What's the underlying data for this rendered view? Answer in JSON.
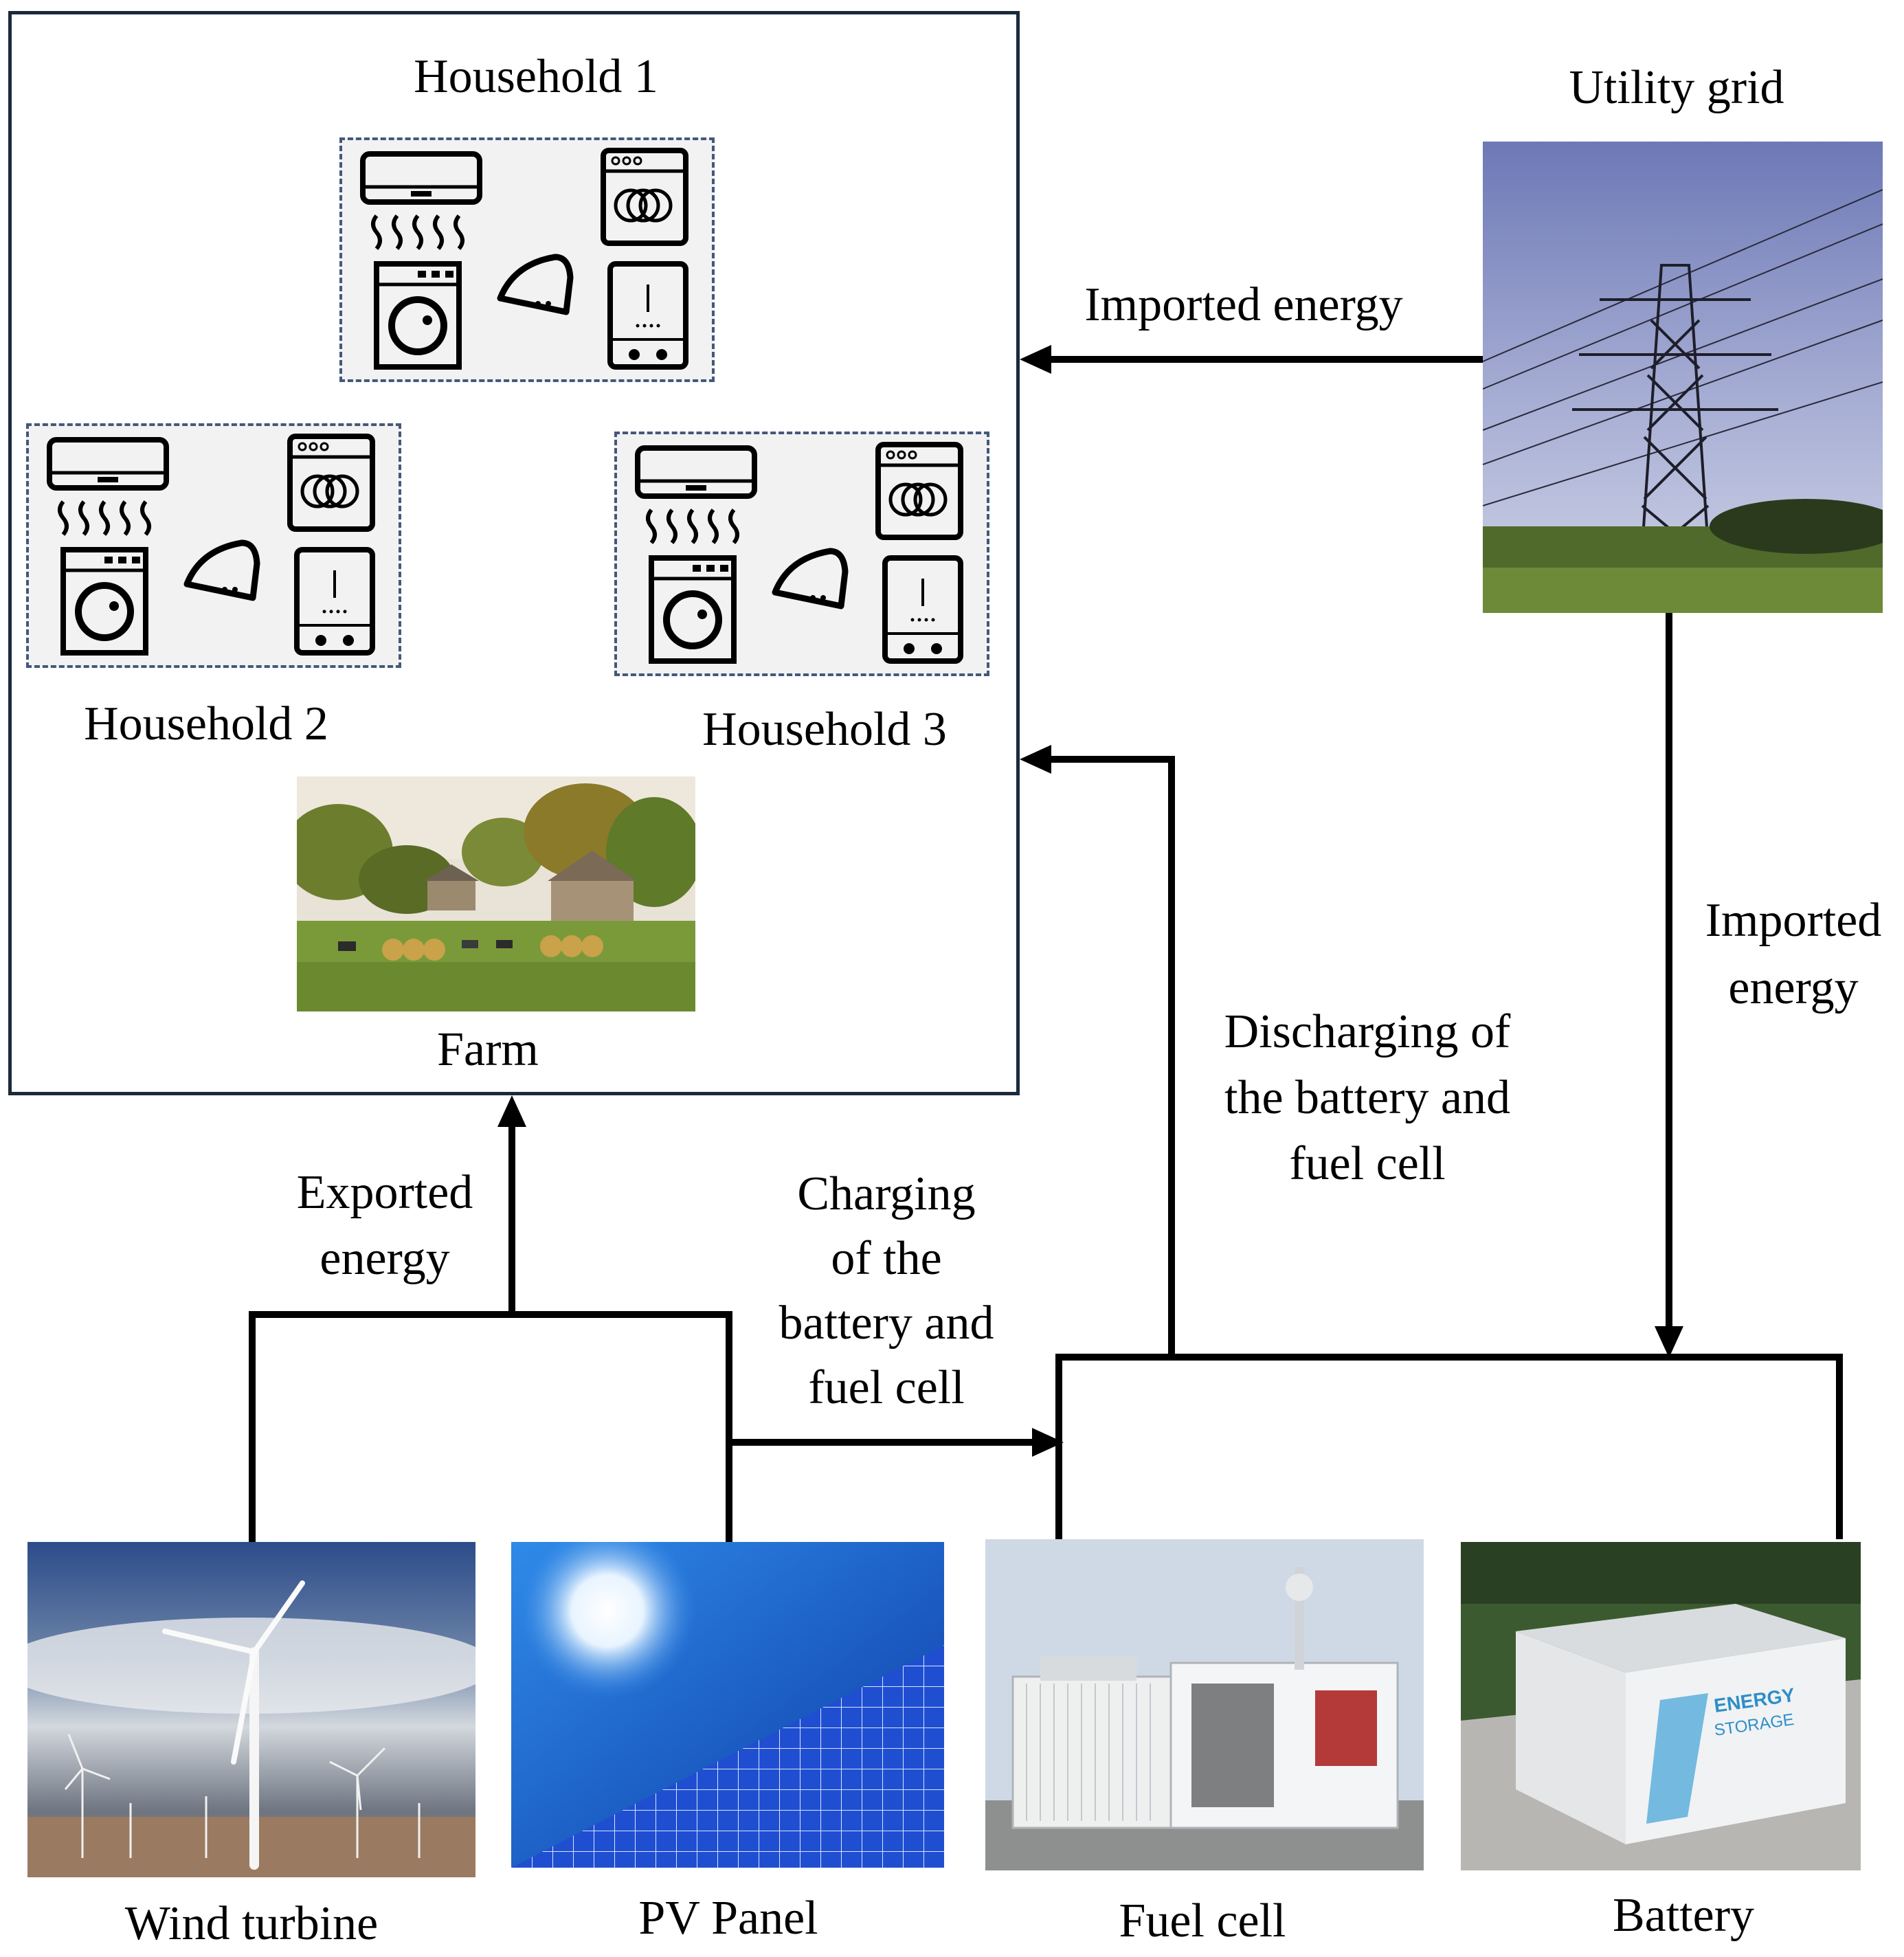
{
  "community": {
    "household_1": "Household 1",
    "household_2": "Household 2",
    "household_3": "Household 3",
    "farm": "Farm"
  },
  "sources": {
    "utility_grid": "Utility grid",
    "wind_turbine": "Wind turbine",
    "pv_panel": "PV Panel",
    "fuel_cell": "Fuel cell",
    "battery": "Battery"
  },
  "flows": {
    "imported_top": "Imported energy",
    "imported_right_1": "Imported",
    "imported_right_2": "energy",
    "exported_1": "Exported",
    "exported_2": "energy",
    "charging_1": "Charging",
    "charging_2": "of the",
    "charging_3": "battery and",
    "charging_4": "fuel cell",
    "discharging_1": "Discharging of",
    "discharging_2": "the battery and",
    "discharging_3": "fuel cell"
  },
  "battery_container_text": {
    "line1": "ENERGY",
    "line2": "STORAGE"
  },
  "colors": {
    "line": "#000000",
    "community_border": "#1a2a3a",
    "household_border": "#44587a",
    "household_bg": "#f2f2f2"
  }
}
